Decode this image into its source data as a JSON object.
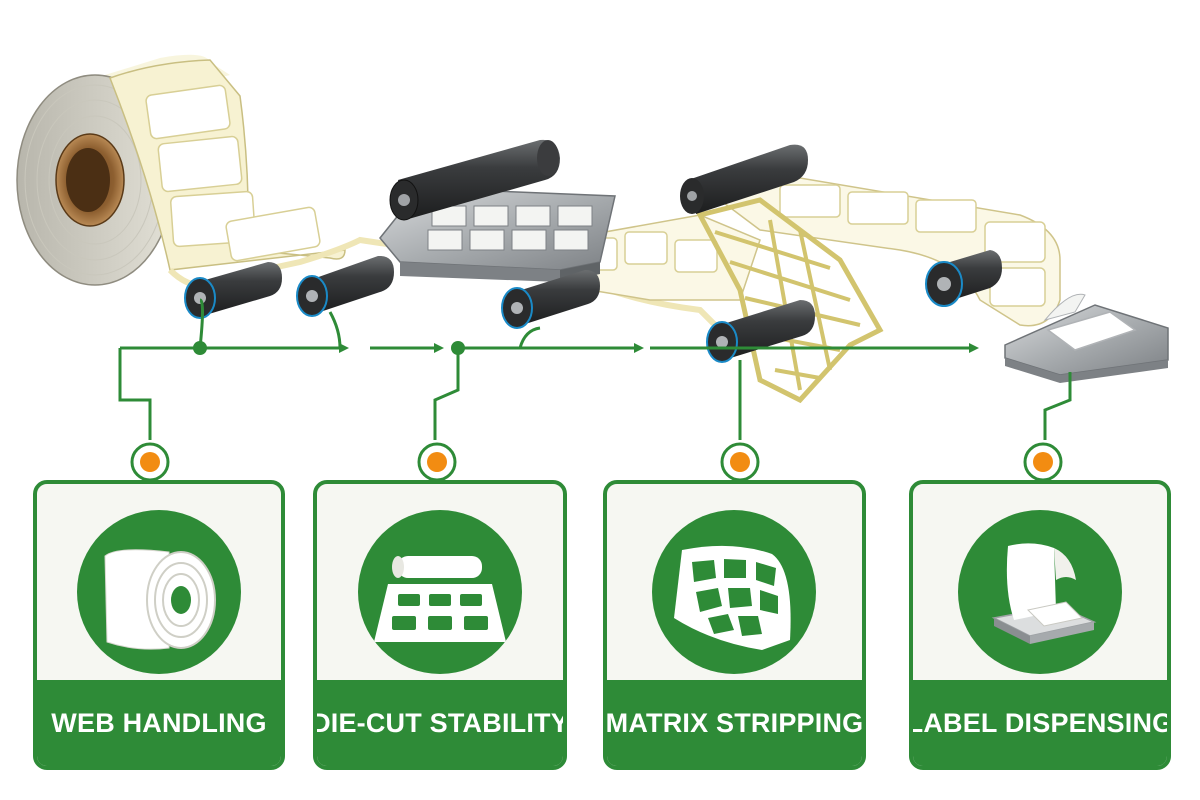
{
  "colors": {
    "accent_green": "#2e8b37",
    "node_orange": "#f28c12",
    "card_background": "#f6f7f2",
    "label_text": "#ffffff"
  },
  "process_steps": [
    {
      "label": "WEB HANDLING",
      "icon": "label-roll-icon"
    },
    {
      "label": "DIE-CUT STABILITY",
      "icon": "die-cut-press-icon"
    },
    {
      "label": "MATRIX STRIPPING",
      "icon": "matrix-strip-icon"
    },
    {
      "label": "LABEL DISPENSING",
      "icon": "label-dispense-icon"
    }
  ]
}
